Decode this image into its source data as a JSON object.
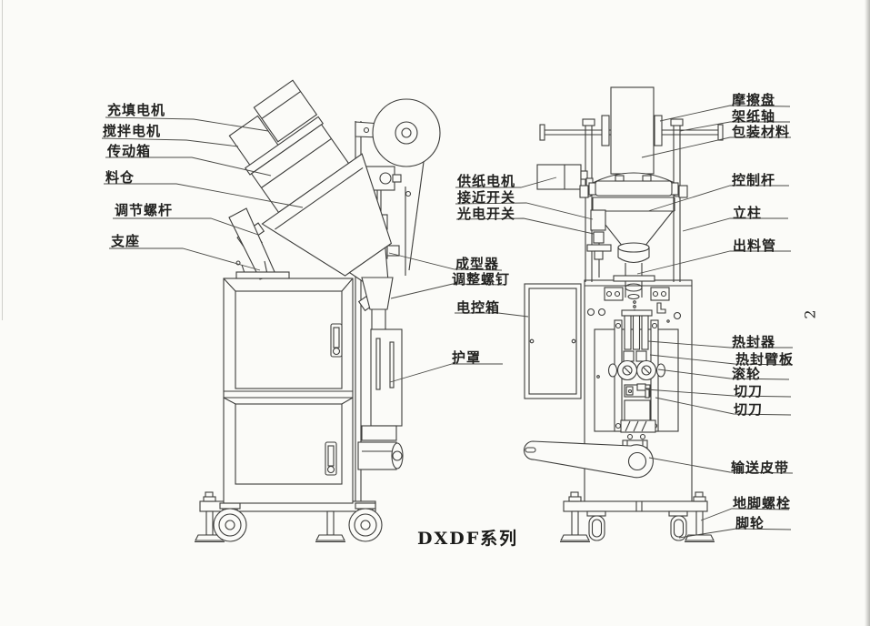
{
  "caption": "DXDF系列",
  "page_number": "2",
  "ink_color": "#3c3c3a",
  "paper_color": "#fbfbf8",
  "labels": {
    "left": [
      "充填电机",
      "搅拌电机",
      "传动箱",
      "料仓",
      "调节螺杆",
      "支座"
    ],
    "middle": [
      "供纸电机",
      "接近开关",
      "光电开关",
      "成型器",
      "调整螺钉",
      "电控箱",
      "护罩"
    ],
    "right": [
      "摩擦盘",
      "架纸轴",
      "包装材料",
      "控制杆",
      "立柱",
      "出料管",
      "热封器",
      "热封臂板",
      "滚轮",
      "切刀",
      "切刀",
      "输送皮带",
      "地脚螺栓",
      "脚轮"
    ]
  }
}
